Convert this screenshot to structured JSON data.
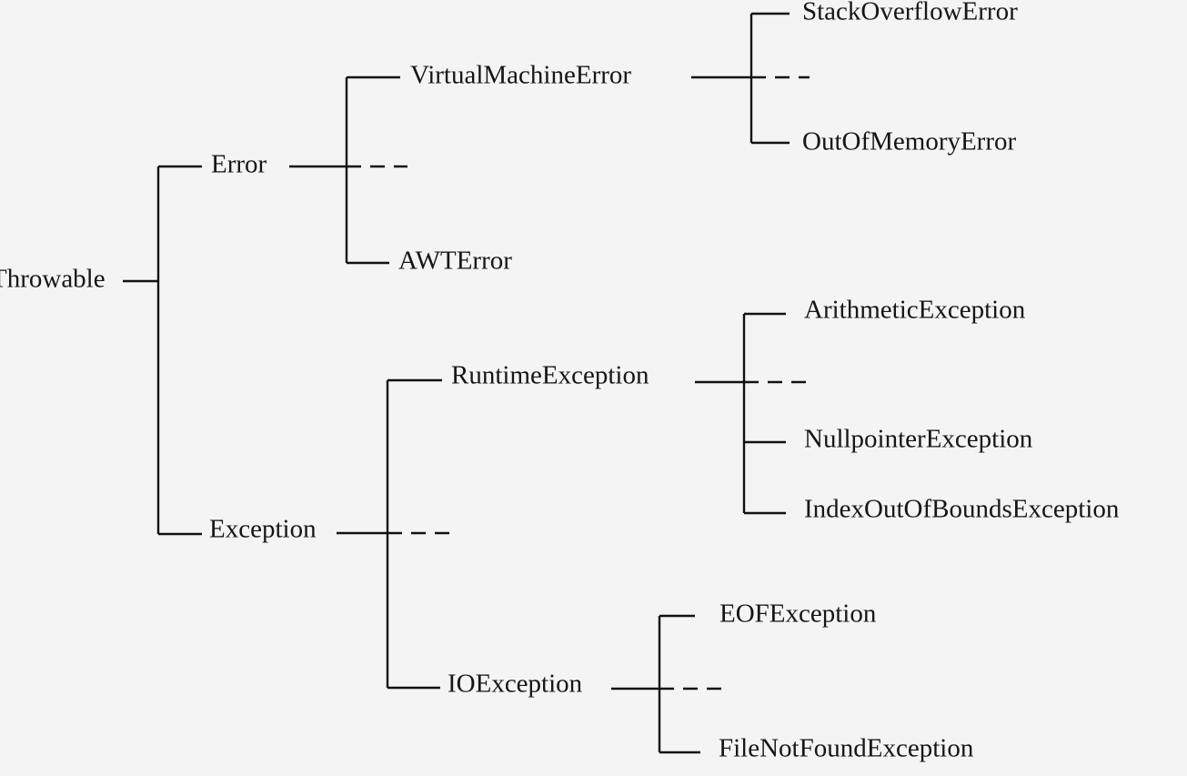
{
  "diagram": {
    "root": "Throwable",
    "error": {
      "label": "Error",
      "children": {
        "virtual_machine_error": "VirtualMachineError",
        "awt_error": "AWTError"
      },
      "virtual_machine_error_children": {
        "stack_overflow_error": "StackOverflowError",
        "out_of_memory_error": "OutOfMemoryError"
      }
    },
    "exception": {
      "label": "Exception",
      "children": {
        "runtime_exception": "RuntimeException",
        "io_exception": "IOException"
      },
      "runtime_exception_children": {
        "arithmetic_exception": "ArithmeticException",
        "nullpointer_exception": "NullpointerException",
        "index_out_of_bounds_exception": "IndexOutOfBoundsException"
      },
      "io_exception_children": {
        "eof_exception": "EOFException",
        "file_not_found_exception": "FileNotFoundException"
      }
    }
  }
}
